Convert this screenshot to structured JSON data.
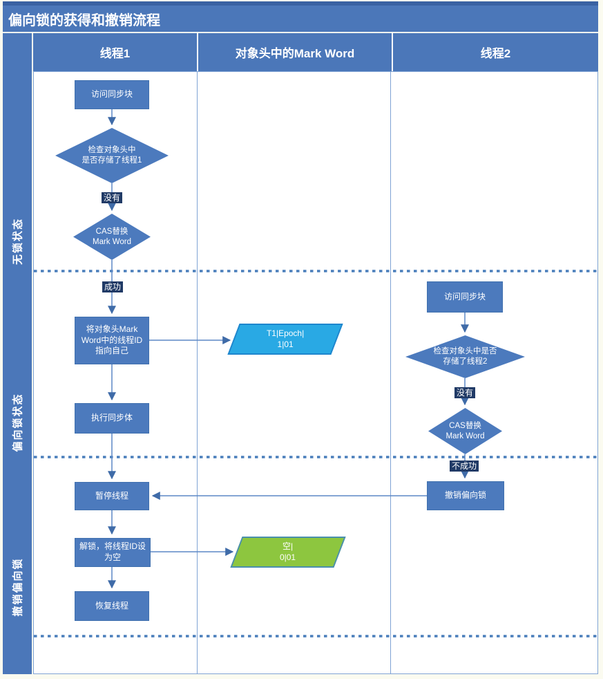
{
  "title": "偏向锁的获得和撤销流程",
  "lanes": {
    "thread1": "线程1",
    "markword": "对象头中的Mark Word",
    "thread2": "线程2"
  },
  "phases": {
    "lock_free": "无锁状态",
    "biased": "偏向锁状态",
    "revoke": "撤销偏向锁"
  },
  "thread1": {
    "access": "访问同步块",
    "check": "检查对象头中\n是否存储了线程1",
    "no_badge": "没有",
    "cas": "CAS替换\nMark Word",
    "success_badge": "成功",
    "set_id": "将对象头Mark\nWord中的线程ID\n指向自己",
    "exec": "执行同步体",
    "pause": "暂停线程",
    "unlock": "解锁，将线程ID设\n为空",
    "resume": "恢复线程"
  },
  "markword": {
    "biased": "T1|Epoch|\n1|01",
    "empty": "空|\n0|01"
  },
  "thread2": {
    "access": "访问同步块",
    "check": "检查对象头中是否\n存储了线程2",
    "no_badge": "没有",
    "cas": "CAS替换\nMark Word",
    "fail_badge": "不成功",
    "revoke": "撤销偏向锁"
  },
  "colors": {
    "frame_blue": "#4b77b9",
    "shape_blue": "#4c7abd",
    "bright_blue": "#29a9e4",
    "green": "#8dc63f",
    "badge_navy": "#203a66",
    "dotted_line": "#4a7ebb"
  }
}
